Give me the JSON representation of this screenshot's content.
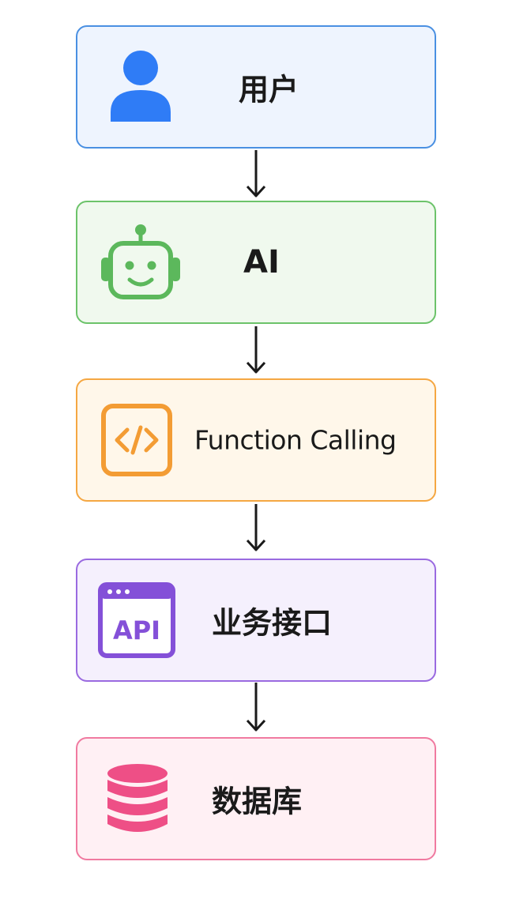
{
  "nodes": [
    {
      "id": "user",
      "label": "用户",
      "icon": "user-icon",
      "border": "#4a90e2",
      "fill": "#eef4fe",
      "accent": "#2f7cf6"
    },
    {
      "id": "ai",
      "label": "AI",
      "icon": "robot-icon",
      "border": "#6cc36a",
      "fill": "#f0f9ee",
      "accent": "#5cb85c"
    },
    {
      "id": "function-calling",
      "label": "Function Calling",
      "icon": "code-icon",
      "border": "#f5a742",
      "fill": "#fff7ea",
      "accent": "#f39c34"
    },
    {
      "id": "business-api",
      "label": "业务接口",
      "icon": "api-window-icon",
      "icon_text": "API",
      "border": "#9a6ae0",
      "fill": "#f5f0fd",
      "accent": "#8450d8"
    },
    {
      "id": "database",
      "label": "数据库",
      "icon": "database-icon",
      "border": "#f07aa0",
      "fill": "#fff0f4",
      "accent": "#ee4f86"
    }
  ],
  "arrow_color": "#1a1a1a"
}
